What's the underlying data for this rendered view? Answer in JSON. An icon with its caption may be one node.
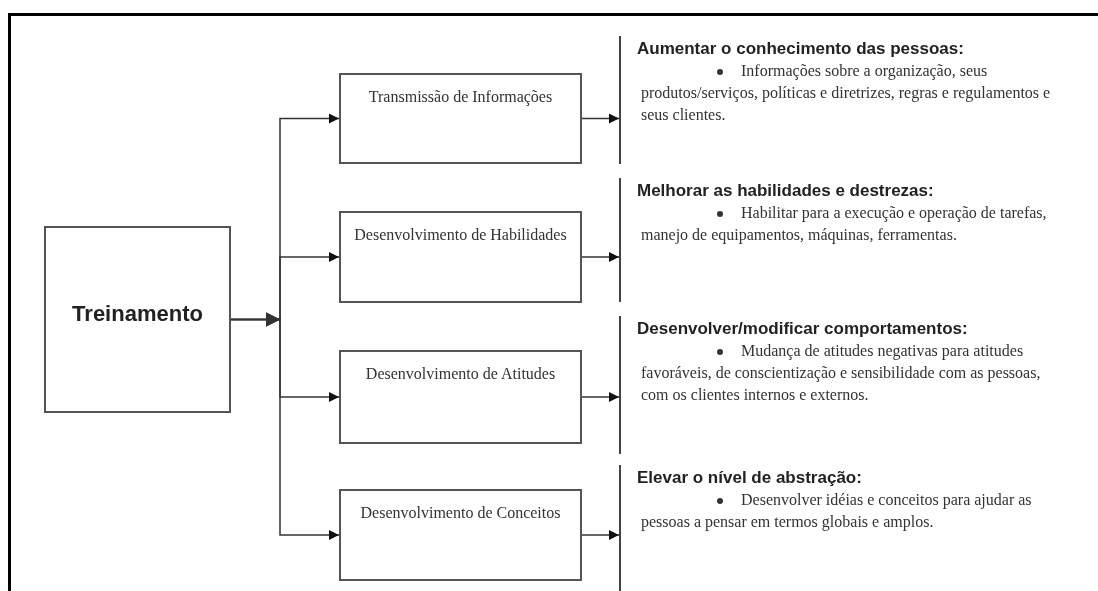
{
  "diagram": {
    "nodes": [
      {
        "text": [
          "Treinamento"
        ]
      },
      {
        "text": [
          "Transmissão de Informações"
        ]
      },
      {
        "text": [
          "Desenvolvimento de Habilidades"
        ]
      },
      {
        "text": [
          "Desenvolvimento de Atitudes"
        ]
      },
      {
        "text": [
          "Desenvolvimento de Conceitos"
        ]
      },
      {
        "text": [
          "Aumentar o conhecimento das pessoas:",
          "Informações sobre a organização, seus produtos/serviços, políticas e diretrizes, regras e regulamentos e seus clientes."
        ]
      },
      {
        "text": [
          "Melhorar as habilidades e destrezas:",
          "Habilitar para a execução e operação de tarefas, manejo de equipamentos, máquinas, ferramentas."
        ]
      },
      {
        "text": [
          "Desenvolver/modificar comportamentos:",
          "Mudança de atitudes negativas para atitudes favoráveis, de conscientização e sensibilidade com as pessoas, com os clientes internos e externos."
        ]
      },
      {
        "text": [
          "Elevar o nível de abstração:",
          "Desenvolver idéias e conceitos para ajudar as pessoas a pensar em termos globais e amplos."
        ]
      }
    ],
    "edges": [
      {
        "from": 0,
        "to": 1,
        "arrow": "to"
      },
      {
        "from": 0,
        "to": 2,
        "arrow": "to"
      },
      {
        "from": 0,
        "to": 3,
        "arrow": "to"
      },
      {
        "from": 0,
        "to": 4,
        "arrow": "to"
      },
      {
        "from": 1,
        "to": 5,
        "arrow": "to"
      },
      {
        "from": 2,
        "to": 6,
        "arrow": "to"
      },
      {
        "from": 3,
        "to": 7,
        "arrow": "to"
      },
      {
        "from": 4,
        "to": 8,
        "arrow": "to"
      }
    ]
  }
}
